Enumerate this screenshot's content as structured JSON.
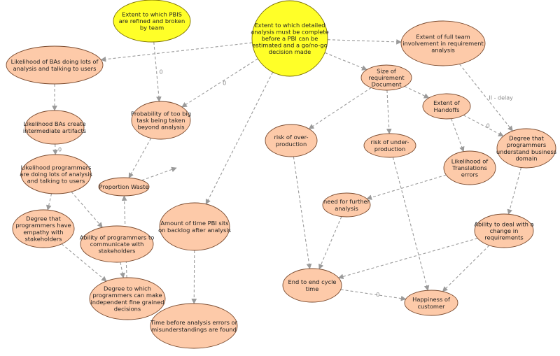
{
  "colors": {
    "node_fill": "#fdcaa9",
    "node_stroke": "#7a4a2e",
    "highlight_fill": "#ffff28",
    "highlight_stroke": "#7a6f00",
    "edge": "#9a9a9a"
  },
  "nodes": [
    {
      "id": "pbis_refined",
      "text": "Extent to which PBIS are refined and broken by team",
      "highlight": true
    },
    {
      "id": "detailed_analysis",
      "text": "Extent to which detailed analysis must be complete before a PBI can be estimated and a go/no-go decision made",
      "highlight": true
    },
    {
      "id": "full_team",
      "text": "Extent of full team involvement in requirement analysis"
    },
    {
      "id": "bas_analysis",
      "text": "Likelihood of BAs doing lots of analysis and talking to users"
    },
    {
      "id": "size_doc",
      "text": "Size of requirement Document"
    },
    {
      "id": "prob_big_task",
      "text": "Probability of too big task being taken beyond analysis"
    },
    {
      "id": "extent_handoffs",
      "text": "Extent of Handoffs"
    },
    {
      "id": "bas_artifacts",
      "text": "Likelihood BAs create intermediate artifacts"
    },
    {
      "id": "risk_over",
      "text": "risk of over-production"
    },
    {
      "id": "risk_under",
      "text": "risk of under-production"
    },
    {
      "id": "understand_domain",
      "text": "Degree that programmers understand business domain"
    },
    {
      "id": "programmers_analysis",
      "text": "Likelihood programmers are doing lots of analysis and talking to users"
    },
    {
      "id": "translation_errors",
      "text": "Likelihood of Translations errors"
    },
    {
      "id": "proportion_waste",
      "text": "Proportion Waste"
    },
    {
      "id": "further_analysis",
      "text": "need for further analysis"
    },
    {
      "id": "empathy",
      "text": "Degree that programmers have empathy with stakeholders"
    },
    {
      "id": "time_backlog",
      "text": "Amount of time PBI sits on backlog after analysis"
    },
    {
      "id": "deal_change",
      "text": "Ability to deal with a change in requirements"
    },
    {
      "id": "communicate",
      "text": "Ability of programmers to communicate with stakeholders"
    },
    {
      "id": "cycle_time",
      "text": "End to end cycle time"
    },
    {
      "id": "independent_decisions",
      "text": "Degree to which programmers can make independent fine grained decisions"
    },
    {
      "id": "happiness",
      "text": "Happiness of customer"
    },
    {
      "id": "time_errors_found",
      "text": "Time before analysis errors or misunderstandings are found"
    }
  ],
  "edges": [
    {
      "from": "detailed_analysis",
      "to": "bas_analysis"
    },
    {
      "from": "detailed_analysis",
      "to": "prob_big_task",
      "label": "0"
    },
    {
      "from": "detailed_analysis",
      "to": "time_backlog"
    },
    {
      "from": "detailed_analysis",
      "to": "full_team"
    },
    {
      "from": "detailed_analysis",
      "to": "size_doc"
    },
    {
      "from": "pbis_refined",
      "to": "prob_big_task",
      "label": "0"
    },
    {
      "from": "bas_analysis",
      "to": "bas_artifacts"
    },
    {
      "from": "bas_artifacts",
      "to": "programmers_analysis",
      "label": "0"
    },
    {
      "from": "programmers_analysis",
      "to": "empathy"
    },
    {
      "from": "programmers_analysis",
      "to": "communicate"
    },
    {
      "from": "empathy",
      "to": "independent_decisions"
    },
    {
      "from": "communicate",
      "to": "independent_decisions"
    },
    {
      "from": "independent_decisions",
      "to": "proportion_waste"
    },
    {
      "from": "prob_big_task",
      "to": "proportion_waste"
    },
    {
      "from": "proportion_waste",
      "to": "__out_waste"
    },
    {
      "from": "time_backlog",
      "to": "time_errors_found"
    },
    {
      "from": "size_doc",
      "to": "risk_over"
    },
    {
      "from": "size_doc",
      "to": "risk_under"
    },
    {
      "from": "size_doc",
      "to": "extent_handoffs"
    },
    {
      "from": "full_team",
      "to": "understand_domain",
      "label": "II - delay"
    },
    {
      "from": "extent_handoffs",
      "to": "translation_errors"
    },
    {
      "from": "extent_handoffs",
      "to": "understand_domain",
      "label": "0"
    },
    {
      "from": "translation_errors",
      "to": "further_analysis"
    },
    {
      "from": "understand_domain",
      "to": "deal_change"
    },
    {
      "from": "risk_over",
      "to": "cycle_time"
    },
    {
      "from": "risk_under",
      "to": "happiness"
    },
    {
      "from": "further_analysis",
      "to": "cycle_time"
    },
    {
      "from": "deal_change",
      "to": "cycle_time"
    },
    {
      "from": "deal_change",
      "to": "happiness"
    },
    {
      "from": "cycle_time",
      "to": "happiness",
      "label": "0"
    }
  ]
}
